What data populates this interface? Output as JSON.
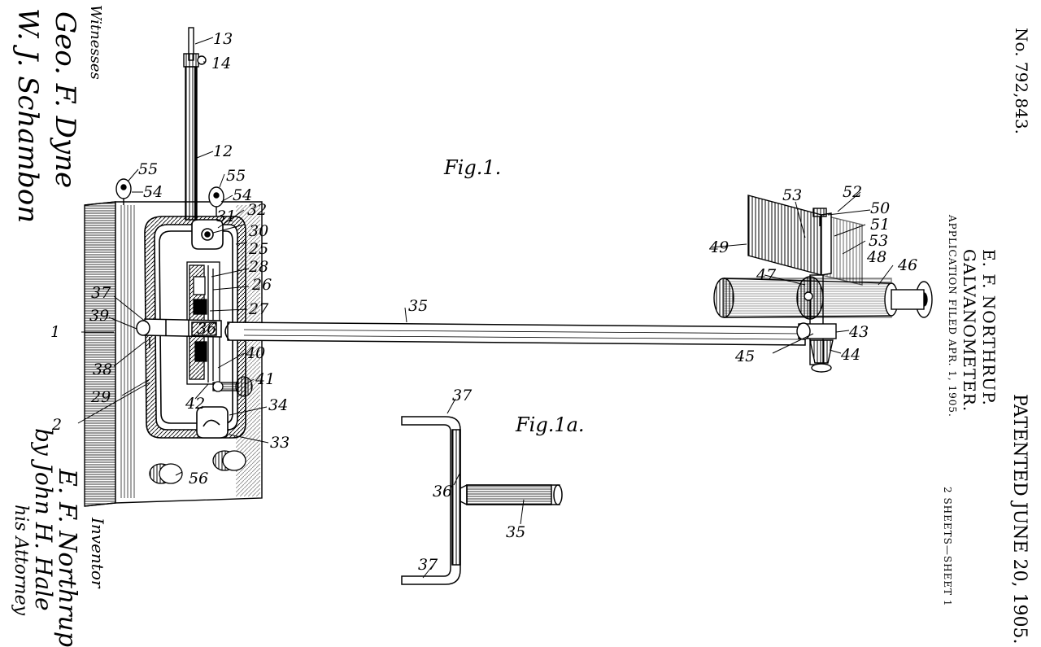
{
  "header": {
    "patent_no": "No. 792,843.",
    "patented": "PATENTED JUNE 20, 1905.",
    "inventor_name": "E. F. NORTHRUP.",
    "title": "GALVANOMETER.",
    "application": "APPLICATION FILED APR. 1, 1905.",
    "sheets": "2 SHEETS—SHEET 1"
  },
  "figures": {
    "fig1": "Fig.1.",
    "fig1a": "Fig.1a."
  },
  "signatures": {
    "witnesses_label": "Witnesses",
    "witness_1": "Geo. F. Dyne",
    "witness_2": "W. J. Schambon",
    "inventor_label": "Inventor",
    "inventor_sig": "E. F. Northrup",
    "by_line": "by John H. Hale",
    "attorney_line": "his Attorney"
  },
  "callouts": {
    "n1": "1",
    "n2": "2",
    "n12": "12",
    "n13": "13",
    "n14": "14",
    "n25": "25",
    "n26": "26",
    "n27": "27",
    "n28": "28",
    "n29": "29",
    "n30": "30",
    "n31": "31",
    "n32": "32",
    "n33": "33",
    "n34": "34",
    "n35": "35",
    "n36": "36",
    "n37": "37",
    "n38": "38",
    "n39": "39",
    "n40": "40",
    "n41": "41",
    "n42": "42",
    "n43": "43",
    "n44": "44",
    "n45": "45",
    "n46": "46",
    "n47": "47",
    "n48": "48",
    "n49": "49",
    "n50": "50",
    "n51": "51",
    "n52": "52",
    "n53": "53",
    "n54": "54",
    "n55": "55",
    "n56": "56"
  }
}
